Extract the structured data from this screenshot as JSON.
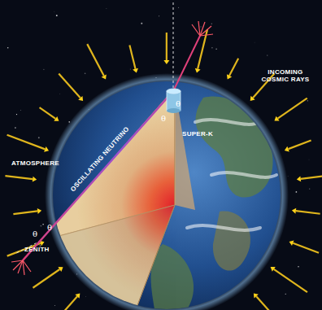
{
  "diagram": {
    "labels": [
      "INCOMING COSMIC RAYS",
      "SUPER-K",
      "OSCILLATING NEUTRINO",
      "ATMOSPHERE",
      "ZENITH",
      "θ",
      "θ",
      "θ",
      "θ"
    ]
  }
}
